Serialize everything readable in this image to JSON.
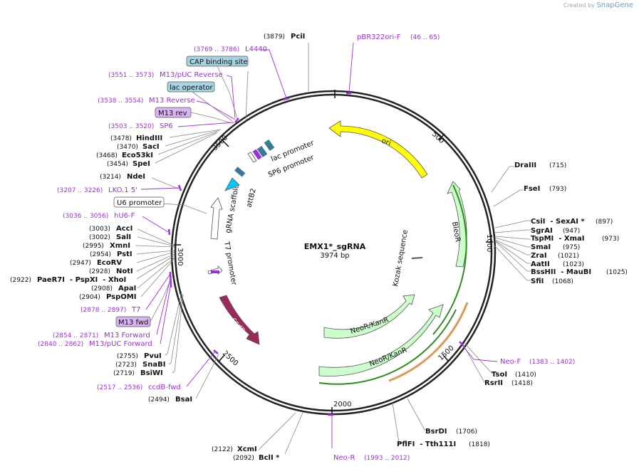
{
  "credit": {
    "created_by": "Created by",
    "brand": "SnapGene"
  },
  "plasmid": {
    "name": "EMX1*_sgRNA",
    "length_label": "3974 bp"
  },
  "ticks": [
    "500",
    "1000",
    "1500",
    "2000",
    "2500",
    "3000",
    "3500"
  ],
  "features": {
    "ori": "ori",
    "bleor": "BleoR",
    "kozak": "Kozak sequence",
    "neokan1": "NeoR/KanR",
    "neokan2": "NeoR/KanR",
    "ccdb": "ccdB",
    "t7promoter": "T7 promoter",
    "grna": "gRNA scaffold",
    "attb2": "attB2",
    "lac_promoter": "lac promoter",
    "sp6_promoter": "SP6 promoter"
  },
  "sites_right": [
    {
      "name": "DraIII",
      "pos": "(715)"
    },
    {
      "name": "FseI",
      "pos": "(793)"
    },
    {
      "name": "CsiI  - SexAI *",
      "pos": "(897)"
    },
    {
      "name": "SgrAI",
      "pos": "(947)"
    },
    {
      "name": "TspMI  - XmaI",
      "pos": "(973)"
    },
    {
      "name": "SmaI",
      "pos": "(975)"
    },
    {
      "name": "ZraI",
      "pos": "(1021)"
    },
    {
      "name": "AatII",
      "pos": "(1023)"
    },
    {
      "name": "BssHII  - MauBI",
      "pos": "(1025)"
    },
    {
      "name": "SfiI",
      "pos": "(1068)"
    },
    {
      "name": "TsoI",
      "pos": "(1410)"
    },
    {
      "name": "RsrII",
      "pos": "(1418)"
    },
    {
      "name": "BsrDI",
      "pos": "(1706)"
    },
    {
      "name": "PflFI  - Tth111I",
      "pos": "(1818)"
    }
  ],
  "sites_left": [
    {
      "name": "PciI",
      "pos": "(3879)"
    },
    {
      "name": "HindIII",
      "pos": "(3478)"
    },
    {
      "name": "SacI",
      "pos": "(3470)"
    },
    {
      "name": "Eco53kI",
      "pos": "(3468)"
    },
    {
      "name": "SpeI",
      "pos": "(3454)"
    },
    {
      "name": "NdeI",
      "pos": "(3214)"
    },
    {
      "name": "AccI",
      "pos": "(3003)"
    },
    {
      "name": "SalI",
      "pos": "(3002)"
    },
    {
      "name": "XmnI",
      "pos": "(2995)"
    },
    {
      "name": "PstI",
      "pos": "(2954)"
    },
    {
      "name": "EcoRV",
      "pos": "(2947)"
    },
    {
      "name": "NotI",
      "pos": "(2928)"
    },
    {
      "name": "PaeR7I  - PspXI  - XhoI",
      "pos": "(2922)"
    },
    {
      "name": "ApaI",
      "pos": "(2908)"
    },
    {
      "name": "PspOMI",
      "pos": "(2904)"
    },
    {
      "name": "PvuI",
      "pos": "(2755)"
    },
    {
      "name": "SnaBI",
      "pos": "(2723)"
    },
    {
      "name": "BsiWI",
      "pos": "(2719)"
    },
    {
      "name": "BsaI",
      "pos": "(2494)"
    },
    {
      "name": "XcmI",
      "pos": "(2122)"
    },
    {
      "name": "BclI *",
      "pos": "(2092)"
    }
  ],
  "primers": [
    {
      "name": "pBR322ori-F",
      "pos": "(46 .. 65)"
    },
    {
      "name": "L4440",
      "pos": "(3769 .. 3786)"
    },
    {
      "name": "M13/pUC Reverse",
      "pos": "(3551 .. 3573)"
    },
    {
      "name": "M13 Reverse",
      "pos": "(3538 .. 3554)"
    },
    {
      "name": "SP6",
      "pos": "(3503 .. 3520)"
    },
    {
      "name": "LKO.1 5'",
      "pos": "(3207 .. 3226)"
    },
    {
      "name": "hU6-F",
      "pos": "(3036 .. 3056)"
    },
    {
      "name": "T7",
      "pos": "(2878 .. 2897)"
    },
    {
      "name": "M13 Forward",
      "pos": "(2854 .. 2871)"
    },
    {
      "name": "M13/pUC Forward",
      "pos": "(2840 .. 2862)"
    },
    {
      "name": "ccdB-fwd",
      "pos": "(2517 .. 2536)"
    },
    {
      "name": "Neo-F",
      "pos": "(1383 .. 1402)"
    },
    {
      "name": "Neo-R",
      "pos": "(1993 .. 2012)"
    }
  ],
  "boxes": {
    "cap": "CAP binding site",
    "lac_operator": "lac operator",
    "m13rev": "M13 rev",
    "u6": "U6 promoter",
    "m13fwd": "M13 fwd"
  },
  "colors": {
    "ori": "#ffff00",
    "resistance": "#ccffcc",
    "ccdb": "#9a2a5a",
    "grna": "#00c8ff",
    "primer": "#9b30d9",
    "feature_box": "#a7d3e0",
    "primer_box": "#d8b4f0"
  }
}
